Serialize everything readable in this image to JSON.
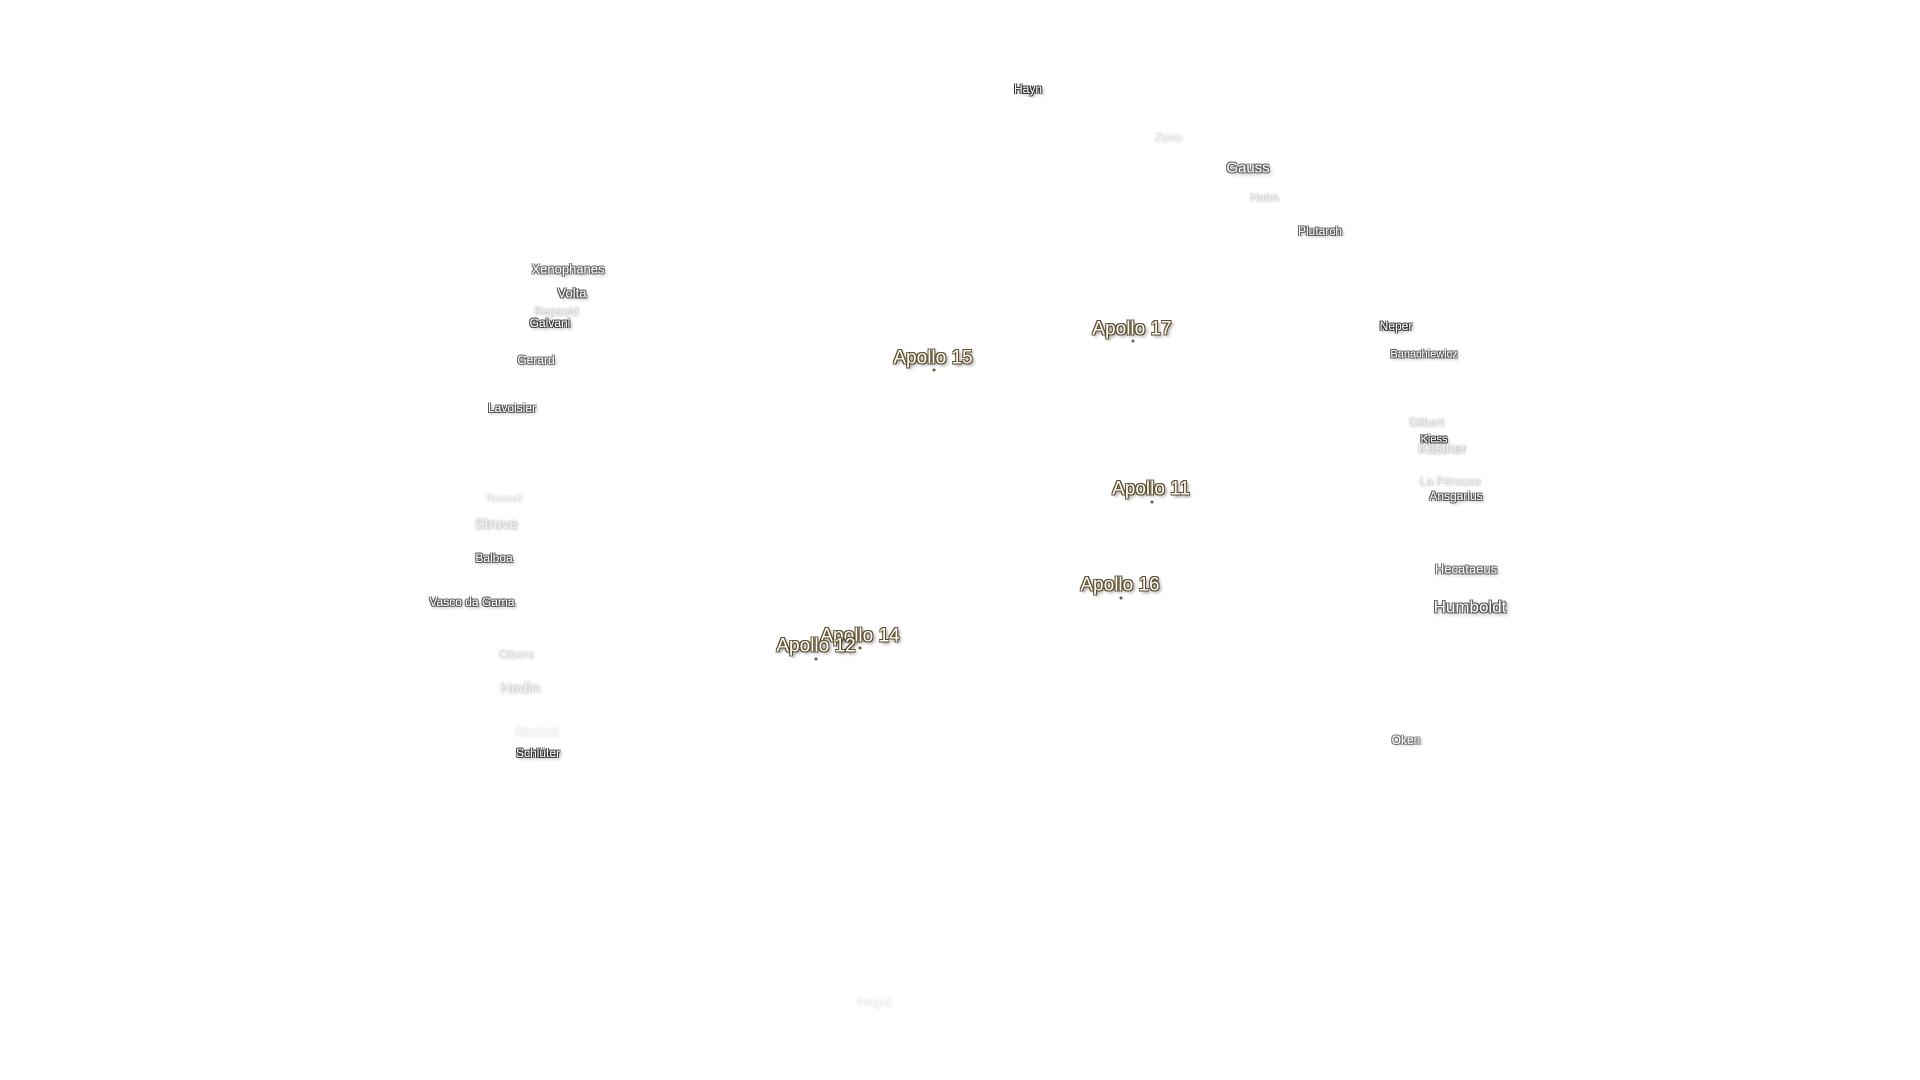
{
  "apollo_sites": [
    {
      "key": "a17",
      "label": "Apollo 17"
    },
    {
      "key": "a15",
      "label": "Apollo 15"
    },
    {
      "key": "a11",
      "label": "Apollo 11"
    },
    {
      "key": "a16",
      "label": "Apollo 16"
    },
    {
      "key": "a14",
      "label": "Apollo 14"
    },
    {
      "key": "a12",
      "label": "Apollo 12"
    }
  ],
  "craters": [
    {
      "key": "hayn",
      "label": "Hayn"
    },
    {
      "key": "zeno",
      "label": "Zeno"
    },
    {
      "key": "gauss",
      "label": "Gauss"
    },
    {
      "key": "hahn",
      "label": "Hahn"
    },
    {
      "key": "plutarch",
      "label": "Plutarch"
    },
    {
      "key": "xenophanes",
      "label": "Xenophanes"
    },
    {
      "key": "volta",
      "label": "Volta"
    },
    {
      "key": "repsold",
      "label": "Repsold"
    },
    {
      "key": "galvani",
      "label": "Galvani"
    },
    {
      "key": "gerard",
      "label": "Gerard"
    },
    {
      "key": "lavoisier",
      "label": "Lavoisier"
    },
    {
      "key": "russell",
      "label": "Russell"
    },
    {
      "key": "struve",
      "label": "Struve"
    },
    {
      "key": "balboa",
      "label": "Balboa"
    },
    {
      "key": "vasco-da-gama",
      "label": "Vasco da Gama"
    },
    {
      "key": "olbers",
      "label": "Olbers"
    },
    {
      "key": "hedin",
      "label": "Hedin"
    },
    {
      "key": "riccioli",
      "label": "Riccioli"
    },
    {
      "key": "schluter",
      "label": "Schlüter"
    },
    {
      "key": "neper",
      "label": "Neper"
    },
    {
      "key": "banachiewicz",
      "label": "Banachiewicz"
    },
    {
      "key": "gilbert",
      "label": "Gilbert"
    },
    {
      "key": "kiess",
      "label": "Kiess"
    },
    {
      "key": "kastner",
      "label": "Kästner"
    },
    {
      "key": "la-perouse",
      "label": "La Pérouse"
    },
    {
      "key": "ansgarius",
      "label": "Ansgarius"
    },
    {
      "key": "hecataeus",
      "label": "Hecataeus"
    },
    {
      "key": "humboldt",
      "label": "Humboldt"
    },
    {
      "key": "oken",
      "label": "Oken"
    },
    {
      "key": "pingre",
      "label": "Pingré"
    }
  ]
}
